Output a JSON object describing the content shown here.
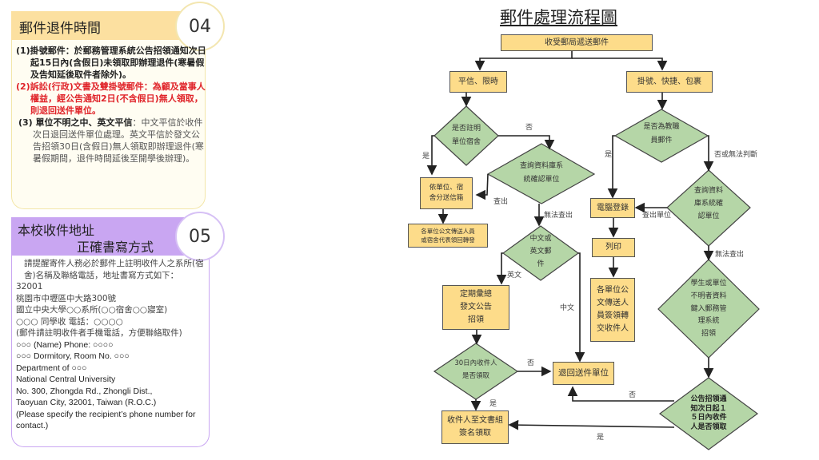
{
  "section04": {
    "title": "郵件退件時間",
    "number": "04",
    "items": [
      {
        "label": "(1)掛號郵件",
        "text": "：於郵務管理系統公告招領通知次日起15日內(含假日)未領取即辦理退件(寒暑假及告知延後取件者除外)。"
      },
      {
        "label": "(2)訴訟(行政)文書及雙掛號郵件",
        "text": "：為顧及當事人權益，經公告通知2日(不含假日)無人領取，則退回送件單位。"
      },
      {
        "label": "(3) 單位不明之中、英文平信",
        "text": "：中文平信於收件次日退回送件單位處理。英文平信於發文公告招領30日(含假日)無人領取即辦理退件(寒暑假期間，退件時間延後至開學後辦理)。"
      }
    ]
  },
  "section05": {
    "title_line1": "本校收件地址",
    "title_line2": "正確書寫方式",
    "number": "05",
    "intro": "請提醒寄件人務必於郵件上註明收件人之系所(宿舍)名稱及聯絡電話，地址書寫方式如下：",
    "lines": [
      "32001",
      "桃園市中壢區中大路300號",
      "國立中央大學○○系所(○○宿舍○○寢室)",
      "○○○  同學收 電話：○○○○",
      "(郵件請註明收件者手機電話，方便聯絡取件)",
      "○○○  (Name)  Phone: ○○○○",
      "○○○ Dormitory, Room No. ○○○",
      "Department of ○○○",
      "National Central University",
      "No. 300, Zhongda Rd., Zhongli Dist.,",
      "Taoyuan City, 32001, Taiwan (R.O.C.)",
      "(Please specify the recipient’s phone number for contact.)"
    ]
  },
  "flowchart": {
    "title": "郵件處理流程圖",
    "colors": {
      "box": "#fddc8a",
      "diamond": "#b5d6a7",
      "line": "#222222"
    },
    "nodes": {
      "receive": "收受郵局遞送郵件",
      "ordinary": "平信、限時",
      "registered": "掛號、快捷、包裹",
      "d_marked": "是否註明\n單位宿舍",
      "sort_mailbox": "依單位、宿\n舍分送信箱",
      "unit_pickup": "各單位公文傳送人員\n或宿舍代表領回轉發",
      "d_query1": "查詢資料庫系\n統確認單位",
      "d_lang": "中文或\n英文郵\n件",
      "announce": "定期彙總\n發文公告\n招領",
      "d_30days": "30日內收件人\n是否領取",
      "return": "退回送件單位",
      "sign_pickup": "收件人至文書組\n簽名領取",
      "d_staff": "是否為教職\n員郵件",
      "computer_reg": "電腦登錄",
      "print": "列印",
      "unit_forward": "各單位公\n文傳送人\n員簽領轉\n交收件人",
      "d_query2": "查詢資料\n庫系統確\n認單位",
      "d_unknown": "學生或單位\n不明者資料\n鍵入郵務管\n理系統\n招領",
      "d_15days": "公告招領通\n知次日起１\n５日內收件\n人是否領取"
    },
    "labels": {
      "no": "否",
      "yes": "是",
      "found": "查出",
      "not_found": "無法查出",
      "english": "英文",
      "chinese": "中文",
      "no_or_unknown": "否或無法判斷",
      "found_unit": "查出單位",
      "not_found2": "無法查出",
      "no2": "否",
      "yes2": "是",
      "yes3": "是",
      "no3": "否",
      "yes4": "是"
    }
  }
}
